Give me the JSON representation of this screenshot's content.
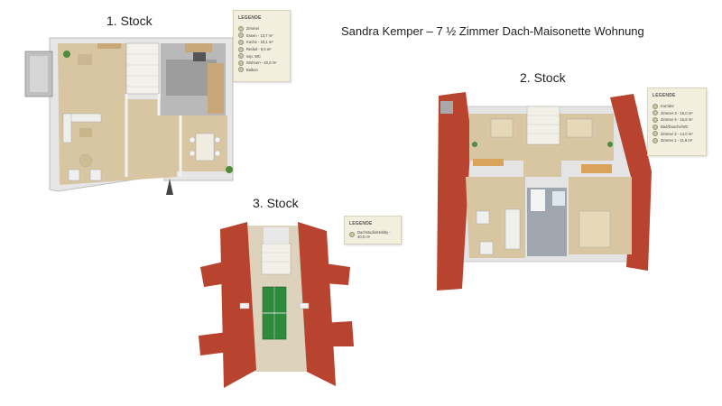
{
  "title": "Sandra Kemper – 7 ½ Zimmer Dach-Maisonette Wohnung",
  "floors": [
    {
      "label": "1. Stock",
      "legend": {
        "title": "LEGENDE",
        "items": [
          "Zimmer",
          "Essen - 13,7 m²",
          "Küche - 10,1 m²",
          "Reduit - 6,5 m²",
          "sep. WC",
          "Wohnen - 40,0 m²",
          "Balkon"
        ]
      }
    },
    {
      "label": "2. Stock",
      "legend": {
        "title": "LEGENDE",
        "items": [
          "Korridor",
          "Zimmer 3 - 15,0 m²",
          "Zimmer 4 - 16,8 m²",
          "Bad/Dusche/WC",
          "Zimmer 2 - 14,0 m²",
          "Zimmer 1 - 11,8 m²"
        ]
      }
    },
    {
      "label": "3. Stock",
      "legend": {
        "title": "LEGENDE",
        "items": [
          "Dachstudio/Hobby - 40,0 m²"
        ]
      }
    }
  ],
  "colors": {
    "floor_wood": "#d7c3a0",
    "wall": "#ececec",
    "roof_tile": "#b8432f",
    "legend_bg": "#f3efde",
    "table_tennis": "#2f8a3e"
  }
}
